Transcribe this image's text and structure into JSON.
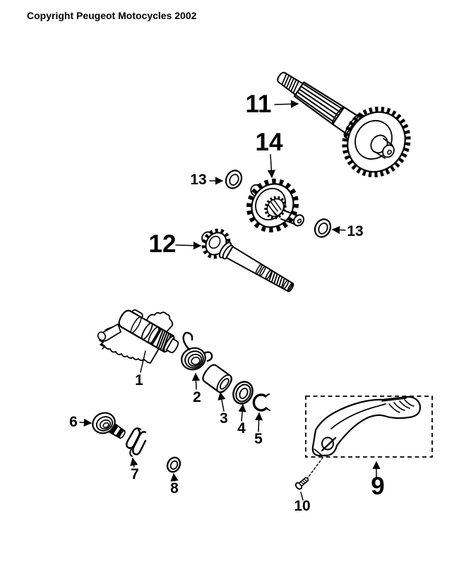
{
  "copyright": "Copyright Peugeot Motocycles 2002",
  "colors": {
    "ink": "#000000",
    "paper": "#ffffff"
  },
  "callouts": {
    "c1": "1",
    "c2": "2",
    "c3": "3",
    "c4": "4",
    "c5": "5",
    "c6": "6",
    "c7": "7",
    "c8": "8",
    "c9": "9",
    "c10": "10",
    "c11": "11",
    "c12": "12",
    "c13_left": "13",
    "c13_right": "13",
    "c14": "14"
  }
}
